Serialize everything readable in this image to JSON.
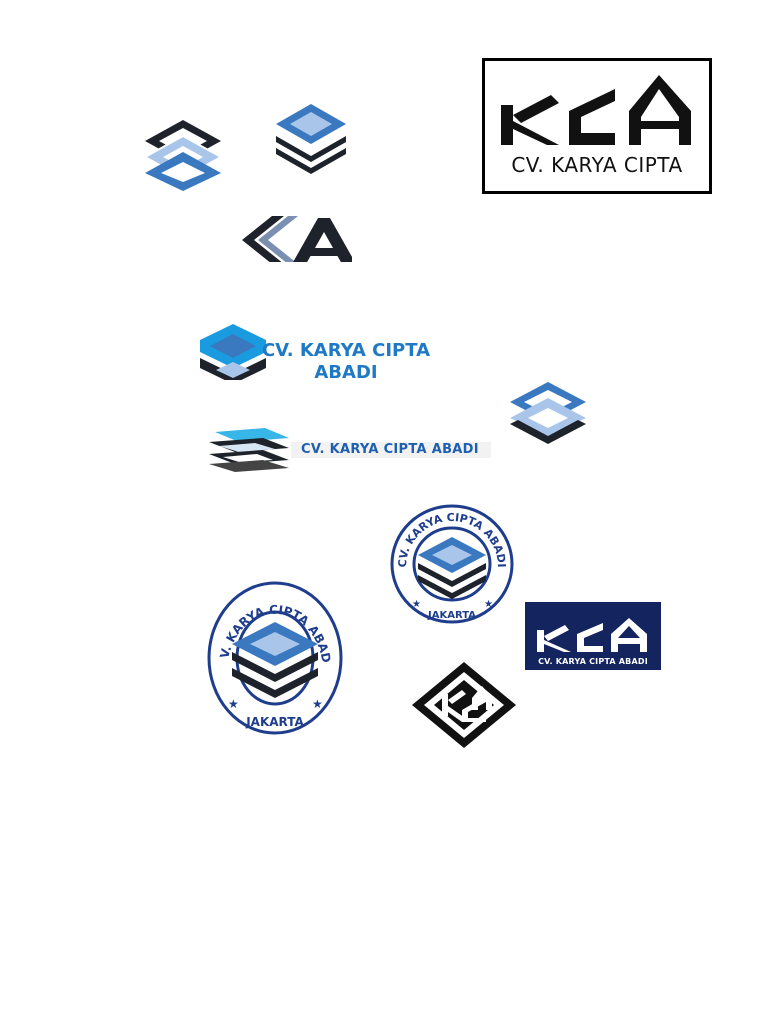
{
  "logos": {
    "kca_black_box": {
      "mark": "KCA",
      "caption": "CV. KARYA CIPTA"
    },
    "blue_logo_title": {
      "line1": "CV. KARYA CIPTA",
      "line2": "ABADI"
    },
    "banner": {
      "text": "CV. KARYA CIPTA ABADI"
    },
    "stamp_small": {
      "top_text": "CV. KARYA CIPTA ABADI",
      "bottom_text": "JAKARTA"
    },
    "stamp_large": {
      "top_text": "CV. KARYA CIPTA ABADI",
      "bottom_text": "JAKARTA"
    },
    "navy_box": {
      "mark": "KCA",
      "caption": "CV. KARYA CIPTA ABADI"
    }
  },
  "colors": {
    "light_blue": "#a9c6ea",
    "mid_blue": "#3a78bf",
    "dark": "#1e222a",
    "navy": "#13245e",
    "stamp_blue": "#1e3d8c",
    "title_blue": "#1f79c4"
  },
  "icons": [
    "diamond-layers-icon",
    "kca-monogram-icon",
    "kca-diamond-icon",
    "stamp-seal-icon"
  ]
}
